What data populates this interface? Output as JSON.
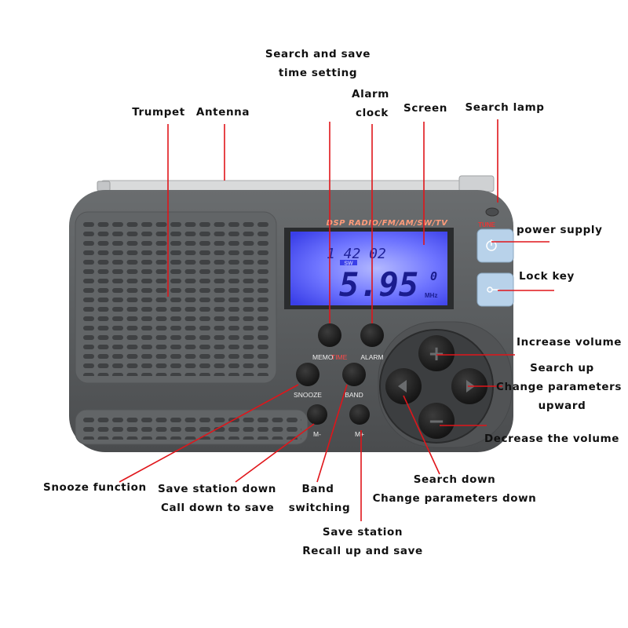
{
  "device": {
    "panel_text": "DSP RADIO/FM/AM/SW/TV",
    "tune_label": "TUNE",
    "lcd": {
      "time": "1 42 02",
      "band": "SW",
      "frequency": "5.95",
      "digit_right": "0",
      "unit": "MHz"
    },
    "buttons": {
      "memo": "MEMO",
      "time": "TIME",
      "alarm": "ALARM",
      "snooze": "SNOOZE",
      "band": "BAND",
      "m_minus": "M-",
      "m_plus": "M+",
      "plus": "+",
      "minus": "−"
    }
  },
  "callouts": {
    "search_save_time_1": "Search and save",
    "search_save_time_2": "time setting",
    "trumpet": "Trumpet",
    "antenna": "Antenna",
    "alarm_1": "Alarm",
    "alarm_2": "clock",
    "screen": "Screen",
    "search_lamp": "Search lamp",
    "power_supply": "power supply",
    "lock_key": "Lock key",
    "increase_volume": "Increase volume",
    "search_up": "Search up",
    "change_up_1": "Change parameters",
    "change_up_2": "upward",
    "decrease_volume": "Decrease the volume",
    "snooze_function": "Snooze function",
    "save_down_1": "Save station down",
    "save_down_2": "Call down to save",
    "band_1": "Band",
    "band_2": "switching",
    "search_down_1": "Search down",
    "search_down_2": "Change parameters down",
    "save_station_1": "Save station",
    "save_station_2": "Recall up and save"
  },
  "colors": {
    "body": "#5b5e60",
    "lcd": "#3f44ff",
    "leader": "#e0151a",
    "button": "#1d1d1d",
    "side_button": "#b8d2ea"
  }
}
